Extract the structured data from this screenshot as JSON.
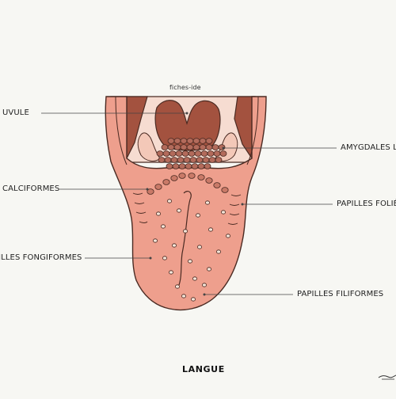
{
  "diagram": {
    "credit": "fiches-ide",
    "title": "LANGUE",
    "labels": {
      "uvula": "UVULE",
      "circumvallate": "CALCIFORMES",
      "fungiform_left": "PILLES FONGIFORMES",
      "lingual_tonsils": "AMYGDALES LI",
      "foliate": "PAPILLES FOLIÉ",
      "filiform": "PAPILLES FILIFORMES"
    }
  },
  "colors": {
    "background": "#f7f7f3",
    "tongue_fill": "#ee9f8d",
    "tongue_outline": "#4a2a22",
    "throat_dark": "#a3523f",
    "uvula_fill": "#ec9c88",
    "pharynx_light": "#f6dcd1",
    "tonsil_fill": "#b36b5b",
    "papilla_fill": "#f4e4d8",
    "leader_line": "#444444"
  }
}
